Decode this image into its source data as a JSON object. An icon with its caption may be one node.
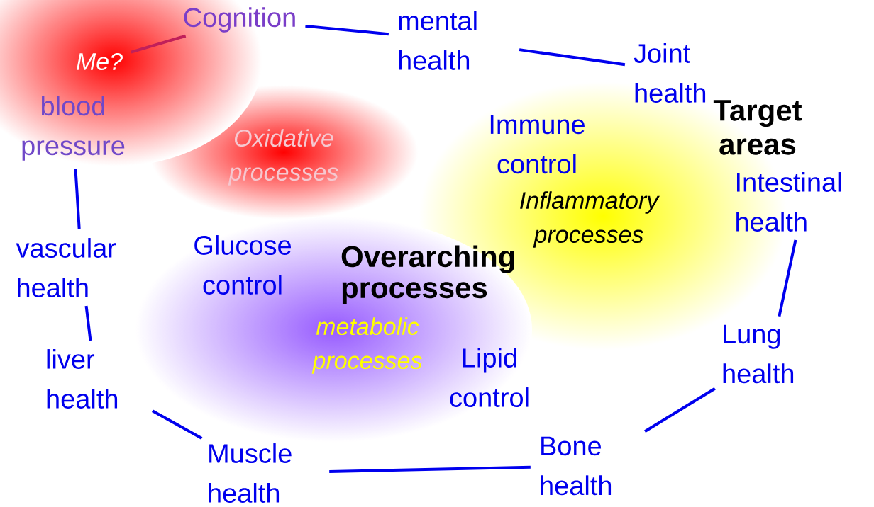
{
  "diagram": {
    "nodes": [
      {
        "text": [
          "Cognition"
        ]
      },
      {
        "text": [
          "mental health"
        ]
      },
      {
        "text": [
          "Joint health"
        ]
      },
      {
        "text": [
          "Intestinal health"
        ]
      },
      {
        "text": [
          "Lung health"
        ]
      },
      {
        "text": [
          "Bone health"
        ]
      },
      {
        "text": [
          "Muscle health"
        ]
      },
      {
        "text": [
          "liver health"
        ]
      },
      {
        "text": [
          "vascular health"
        ]
      },
      {
        "text": [
          "blood pressure"
        ]
      },
      {
        "text": [
          "Me?"
        ]
      }
    ],
    "edges": [
      {
        "from": 0,
        "to": 1,
        "arrow": "none"
      },
      {
        "from": 1,
        "to": 2,
        "arrow": "none"
      },
      {
        "from": 3,
        "to": 4,
        "arrow": "none"
      },
      {
        "from": 4,
        "to": 5,
        "arrow": "none"
      },
      {
        "from": 5,
        "to": 6,
        "arrow": "none"
      },
      {
        "from": 6,
        "to": 7,
        "arrow": "none"
      },
      {
        "from": 7,
        "to": 8,
        "arrow": "none"
      },
      {
        "from": 8,
        "to": 9,
        "arrow": "none"
      },
      {
        "from": 10,
        "to": 0,
        "arrow": "none",
        "color": "#c0205a"
      }
    ],
    "labels": [
      "Target areas",
      "Immune control",
      "Oxidative processes",
      "Inflammatory processes",
      "Glucose control",
      "Overarching processes",
      "metabolic processes",
      "Lipid control"
    ]
  }
}
